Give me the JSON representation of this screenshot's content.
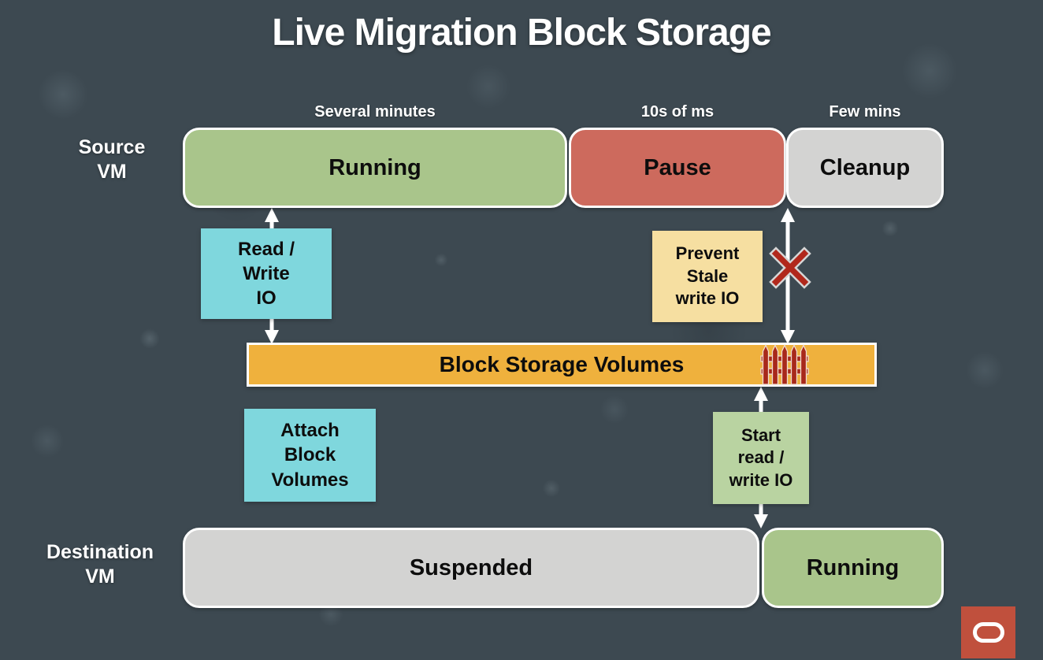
{
  "title": "Live Migration Block Storage",
  "timeline": {
    "several_minutes": "Several minutes",
    "tens_of_ms": "10s of ms",
    "few_mins": "Few mins"
  },
  "row_labels": {
    "source_lines": [
      "Source",
      "VM"
    ],
    "destination_lines": [
      "Destination",
      "VM"
    ]
  },
  "source_states": {
    "running": "Running",
    "pause": "Pause",
    "cleanup": "Cleanup"
  },
  "storage_bar": {
    "label": "Block Storage Volumes"
  },
  "annotations": {
    "read_write_io": {
      "lines": [
        "Read /",
        "Write",
        "IO"
      ]
    },
    "prevent_stale": {
      "lines": [
        "Prevent",
        "Stale",
        "write IO"
      ]
    },
    "attach_block": {
      "lines": [
        "Attach",
        "Block",
        "Volumes"
      ]
    },
    "start_io": {
      "lines": [
        "Start",
        "read /",
        "write IO"
      ]
    }
  },
  "destination_states": {
    "suspended": "Suspended",
    "running": "Running"
  },
  "icons": {
    "blocked_x": "blocked-write-x",
    "fence": "io-fence",
    "oracle": "oracle-logo"
  },
  "colors": {
    "background": "#3d4951",
    "running_green": "#a9c58b",
    "pause_red": "#cd6a5d",
    "cleanup_gray": "#d3d3d2",
    "cyan_note": "#7fd7dd",
    "yellow_note": "#f6dfa1",
    "storage_orange": "#efb13d",
    "light_green_note": "#b9d3a1",
    "icon_red": "#b1281c",
    "oracle_red": "#c0503d",
    "text_dark": "#0d0d0d",
    "text_light": "#ffffff"
  }
}
